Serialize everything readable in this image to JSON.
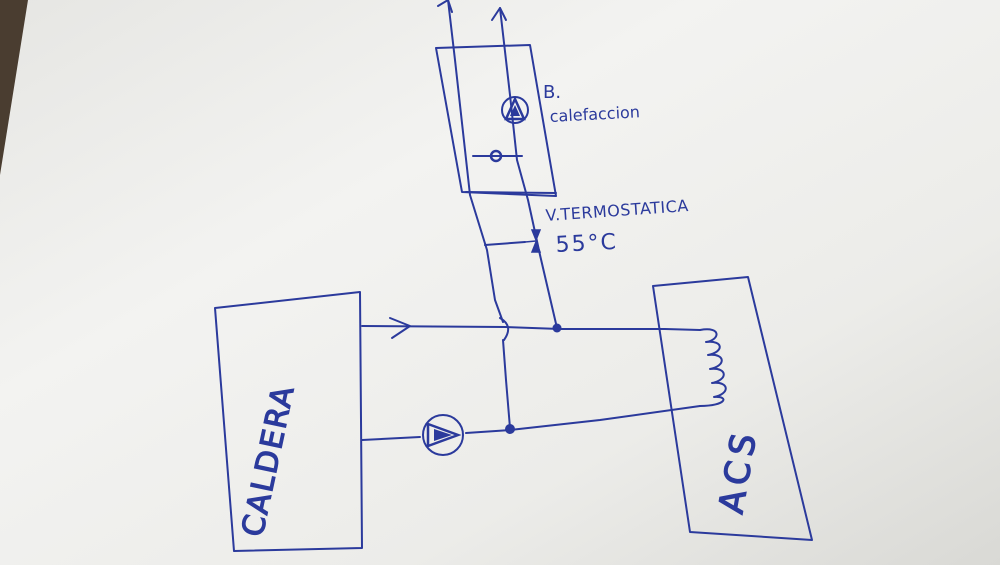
{
  "labels": {
    "pump_label_line1": "B.",
    "pump_label_line2": "calefaccion",
    "valve_label_line1": "V.TERMOSTATICA",
    "valve_label_line2": "55°C",
    "boiler_label": "CALDERA",
    "tank_label": "ACS"
  },
  "colors": {
    "ink": "#2b3a9c",
    "paper": "#f1f1ef",
    "paper_shadow": "#dcdcd8",
    "table": "#5a4632"
  }
}
